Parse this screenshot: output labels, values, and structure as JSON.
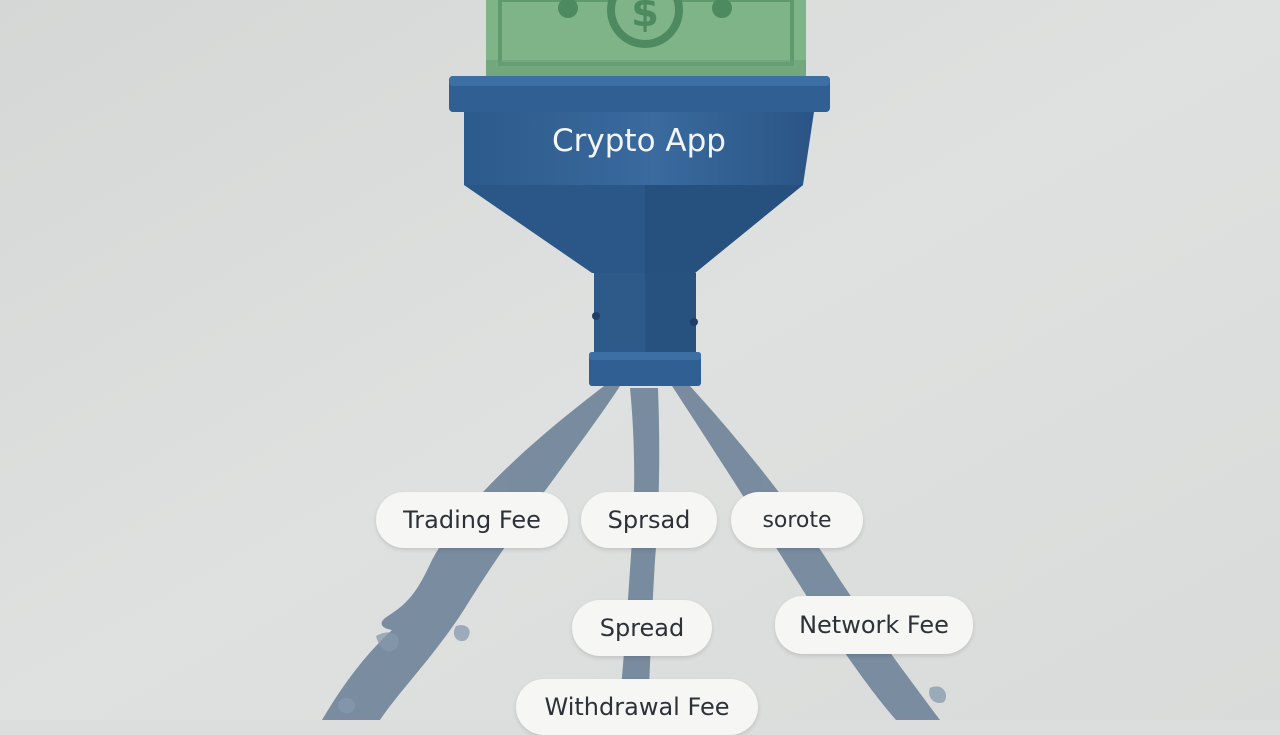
{
  "funnel": {
    "title": "Crypto App",
    "banknote_symbol": "$"
  },
  "fee_labels": [
    "Trading Fee",
    "Sprsad",
    "sorote",
    "Spread",
    "Network Fee",
    "Withdrawal Fee"
  ],
  "colors": {
    "background": "#dcdedd",
    "funnel_blue": "#2f5f93",
    "funnel_dark": "#264d7a",
    "banknote_green": "#7fb388",
    "stream_gray": "#6f8399",
    "pill_background": "#f6f6f4"
  }
}
